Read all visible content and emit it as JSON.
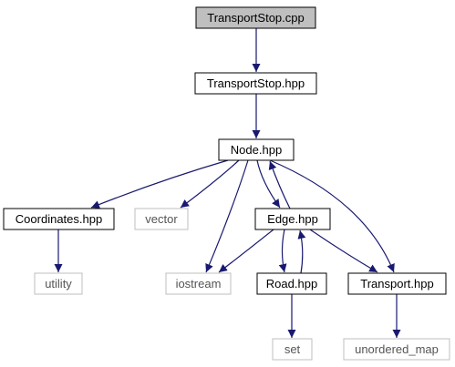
{
  "graph": {
    "colors": {
      "edge": "#191970",
      "highlight_fill": "#bfbfbf",
      "box_border": "#000000",
      "external_border": "#bfbfbf",
      "external_text": "#555555",
      "text": "#000000",
      "fill": "#ffffff"
    },
    "nodes": [
      {
        "id": "transportstop-cpp",
        "label": "TransportStop.cpp",
        "style": "highlight"
      },
      {
        "id": "transportstop-hpp",
        "label": "TransportStop.hpp",
        "style": "box"
      },
      {
        "id": "node-hpp",
        "label": "Node.hpp",
        "style": "box"
      },
      {
        "id": "coordinates-hpp",
        "label": "Coordinates.hpp",
        "style": "box"
      },
      {
        "id": "vector",
        "label": "vector",
        "style": "external"
      },
      {
        "id": "edge-hpp",
        "label": "Edge.hpp",
        "style": "box"
      },
      {
        "id": "utility",
        "label": "utility",
        "style": "external"
      },
      {
        "id": "iostream",
        "label": "iostream",
        "style": "external"
      },
      {
        "id": "road-hpp",
        "label": "Road.hpp",
        "style": "box"
      },
      {
        "id": "transport-hpp",
        "label": "Transport.hpp",
        "style": "box"
      },
      {
        "id": "set",
        "label": "set",
        "style": "external"
      },
      {
        "id": "unordered-map",
        "label": "unordered_map",
        "style": "external"
      }
    ],
    "edges": [
      {
        "from": "transportstop-cpp",
        "to": "transportstop-hpp"
      },
      {
        "from": "transportstop-hpp",
        "to": "node-hpp"
      },
      {
        "from": "node-hpp",
        "to": "coordinates-hpp"
      },
      {
        "from": "node-hpp",
        "to": "vector"
      },
      {
        "from": "node-hpp",
        "to": "iostream"
      },
      {
        "from": "node-hpp",
        "to": "edge-hpp"
      },
      {
        "from": "edge-hpp",
        "to": "node-hpp"
      },
      {
        "from": "node-hpp",
        "to": "transport-hpp"
      },
      {
        "from": "coordinates-hpp",
        "to": "utility"
      },
      {
        "from": "edge-hpp",
        "to": "iostream"
      },
      {
        "from": "edge-hpp",
        "to": "road-hpp"
      },
      {
        "from": "road-hpp",
        "to": "edge-hpp"
      },
      {
        "from": "edge-hpp",
        "to": "transport-hpp"
      },
      {
        "from": "road-hpp",
        "to": "set"
      },
      {
        "from": "transport-hpp",
        "to": "unordered-map"
      }
    ]
  }
}
